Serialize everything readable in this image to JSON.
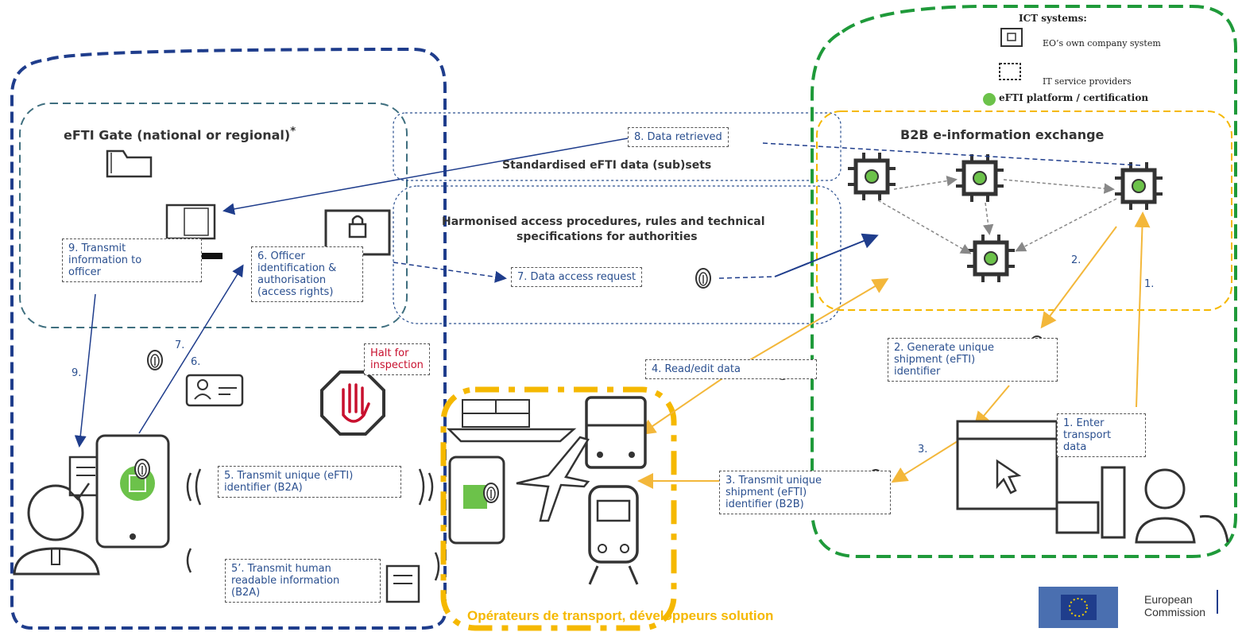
{
  "legend": {
    "title": "ICT systems:",
    "items": [
      {
        "label": "EO’s own company system",
        "icon": "company-system-icon"
      },
      {
        "label": "IT service providers",
        "icon": "service-provider-icon"
      },
      {
        "label": "eFTI platform / certification",
        "icon": "green-dot-icon"
      }
    ]
  },
  "regions": {
    "gate_title": "eFTI Gate (national or regional)",
    "gate_asterisk": "*",
    "b2b_title": "B2B e-information exchange",
    "standardised": "Standardised eFTI data (sub)sets",
    "harmonised_line1": "Harmonised access procedures, rules and technical",
    "harmonised_line2": "specifications for authorities",
    "operators": "Opérateurs de transport, développeurs solution"
  },
  "boxes": {
    "data_retrieved": "8. Data retrieved",
    "transmit_officer_l1": "9. Transmit",
    "transmit_officer_l2": "information to",
    "transmit_officer_l3": "officer",
    "officer_id_l1": "6. Officer",
    "officer_id_l2": "identification &",
    "officer_id_l3": "authorisation",
    "officer_id_l4": "(access rights)",
    "data_access": "7. Data access request",
    "halt_l1": "Halt for",
    "halt_l2": "inspection",
    "read_edit": "4. Read/edit data",
    "generate_l1": "2. Generate unique",
    "generate_l2": "shipment (eFTI)",
    "generate_l3": "identifier",
    "enter_l1": "1. Enter",
    "enter_l2": "transport",
    "enter_l3": "data",
    "transmit_b2b_l1": "3. Transmit unique",
    "transmit_b2b_l2": "shipment (eFTI)",
    "transmit_b2b_l3": "identifier (B2B)",
    "transmit_b2a_l1": "5. Transmit unique (eFTI)",
    "transmit_b2a_l2": "identifier (B2A)",
    "human_l1": "5’. Transmit human",
    "human_l2": "readable information",
    "human_l3": "(B2A)"
  },
  "step_numbers": {
    "s9": "9.",
    "s7": "7.",
    "s6": "6.",
    "s2": "2.",
    "s1": "1.",
    "s3": "3."
  },
  "logo": {
    "line1": "European",
    "line2": "Commission"
  },
  "colors": {
    "navy": "#1f3d8c",
    "teal": "#3f6f7f",
    "green": "#1f9a3a",
    "yellow": "#f5b800",
    "orange_arrow": "#f3b73a",
    "green_dot": "#6cc24a",
    "halt_red": "#c8102e"
  }
}
